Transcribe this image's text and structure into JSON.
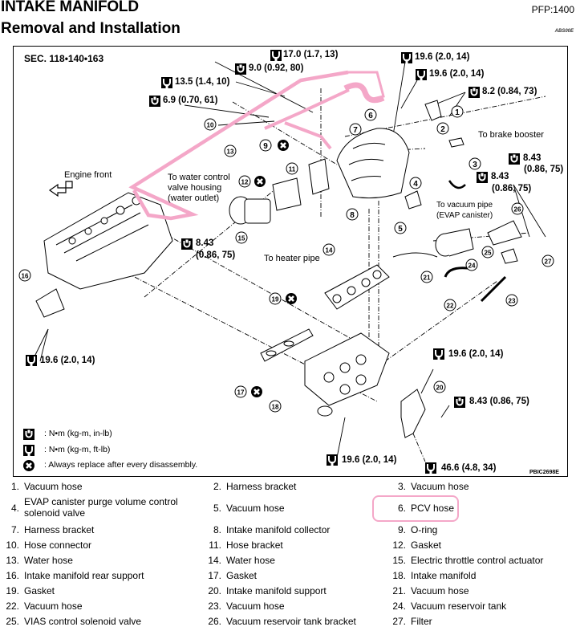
{
  "header": {
    "title": "INTAKE MANIFOLD",
    "subtitle": "Removal and Installation",
    "pfp": "PFP:1400",
    "section_code": "ABS00E"
  },
  "diagram": {
    "section_ref": "SEC. 118•140•163",
    "figure_id": "PBIC2698E",
    "highlight_color": "#f4a7c8",
    "torque_specs": [
      {
        "icon": "wrench-nm-ft-lb-icon",
        "text": "17.0 (1.7, 13)"
      },
      {
        "icon": "wrench-nm-in-lb-icon",
        "text": "9.0 (0.92, 80)"
      },
      {
        "icon": "wrench-nm-ft-lb-icon",
        "text": "13.5 (1.4, 10)"
      },
      {
        "icon": "wrench-nm-in-lb-icon",
        "text": "6.9 (0.70, 61)"
      },
      {
        "icon": "wrench-nm-ft-lb-icon",
        "text": "19.6 (2.0, 14)"
      },
      {
        "icon": "wrench-nm-ft-lb-icon",
        "text": "19.6 (2.0, 14)"
      },
      {
        "icon": "wrench-nm-in-lb-icon",
        "text": "8.2 (0.84, 73)"
      },
      {
        "icon": "wrench-nm-in-lb-icon",
        "text_line1": "8.43",
        "text_line2": "(0.86, 75)"
      },
      {
        "icon": "wrench-nm-in-lb-icon",
        "text_line1": "8.43",
        "text_line2": "(0.86, 75)"
      },
      {
        "icon": "wrench-nm-in-lb-icon",
        "text_line1": "8.43",
        "text_line2": "(0.86, 75)"
      },
      {
        "icon": "wrench-nm-ft-lb-icon",
        "text": "19.6 (2.0, 14)"
      },
      {
        "icon": "wrench-nm-ft-lb-icon",
        "text": "19.6 (2.0, 14)"
      },
      {
        "icon": "wrench-nm-in-lb-icon",
        "text": "8.43 (0.86, 75)"
      },
      {
        "icon": "wrench-nm-ft-lb-icon",
        "text": "19.6 (2.0, 14)"
      },
      {
        "icon": "wrench-nm-ft-lb-icon",
        "text": "46.6 (4.8, 34)"
      }
    ],
    "notes": {
      "brake_booster": "To brake booster",
      "engine_front": "Engine front",
      "water_control_1": "To water control",
      "water_control_2": "valve housing",
      "water_control_3": "(water outlet)",
      "vacuum_pipe_1": "To vacuum pipe",
      "vacuum_pipe_2": "(EVAP canister)",
      "heater_pipe": "To heater pipe"
    },
    "callouts": [
      "1",
      "2",
      "3",
      "4",
      "5",
      "6",
      "7",
      "8",
      "9",
      "10",
      "11",
      "12",
      "13",
      "14",
      "15",
      "16",
      "17",
      "18",
      "19",
      "20",
      "21",
      "22",
      "23",
      "24",
      "25",
      "26",
      "27"
    ],
    "legend": [
      {
        "icon": "wrench-nm-in-lb-icon",
        "text": ": N•m  (kg-m,  in-lb)"
      },
      {
        "icon": "wrench-nm-ft-lb-icon",
        "text": ": N•m  (kg-m,  ft-lb)"
      },
      {
        "icon": "replace-x-icon",
        "text": ": Always replace after every disassembly."
      }
    ]
  },
  "parts": [
    {
      "num": "1.",
      "label": "Vacuum hose"
    },
    {
      "num": "2.",
      "label": "Harness bracket"
    },
    {
      "num": "3.",
      "label": "Vacuum hose"
    },
    {
      "num": "4.",
      "label": "EVAP canister purge volume control",
      "label2": "solenoid valve"
    },
    {
      "num": "5.",
      "label": "Vacuum hose"
    },
    {
      "num": "6.",
      "label": "PCV hose",
      "highlighted": true
    },
    {
      "num": "7.",
      "label": "Harness bracket"
    },
    {
      "num": "8.",
      "label": "Intake manifold collector"
    },
    {
      "num": "9.",
      "label": "O-ring"
    },
    {
      "num": "10.",
      "label": "Hose connector"
    },
    {
      "num": "11.",
      "label": "Hose bracket"
    },
    {
      "num": "12.",
      "label": "Gasket"
    },
    {
      "num": "13.",
      "label": "Water hose"
    },
    {
      "num": "14.",
      "label": "Water hose"
    },
    {
      "num": "15.",
      "label": "Electric throttle control actuator"
    },
    {
      "num": "16.",
      "label": "Intake manifold rear support"
    },
    {
      "num": "17.",
      "label": "Gasket"
    },
    {
      "num": "18.",
      "label": "Intake manifold"
    },
    {
      "num": "19.",
      "label": "Gasket"
    },
    {
      "num": "20.",
      "label": "Intake manifold support"
    },
    {
      "num": "21.",
      "label": "Vacuum hose"
    },
    {
      "num": "22.",
      "label": "Vacuum hose"
    },
    {
      "num": "23.",
      "label": "Vacuum hose"
    },
    {
      "num": "24.",
      "label": "Vacuum reservoir tank"
    },
    {
      "num": "25.",
      "label": "VIAS control solenoid valve"
    },
    {
      "num": "26.",
      "label": "Vacuum reservoir tank bracket"
    },
    {
      "num": "27.",
      "label": "Filter"
    }
  ]
}
